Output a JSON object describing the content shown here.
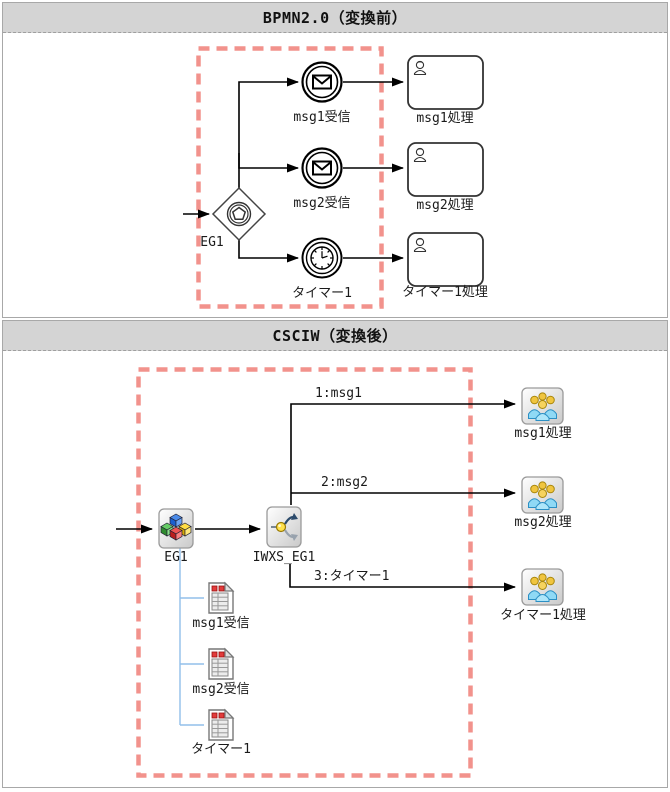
{
  "panel1": {
    "title": "BPMN2.0（変換前）",
    "gateway": {
      "label": "EG1",
      "icon": "event-gateway-icon"
    },
    "events": [
      {
        "label": "msg1受信",
        "type": "message"
      },
      {
        "label": "msg2受信",
        "type": "message"
      },
      {
        "label": "タイマー1",
        "type": "timer"
      }
    ],
    "tasks": [
      {
        "label": "msg1処理"
      },
      {
        "label": "msg2処理"
      },
      {
        "label": "タイマー1処理"
      }
    ]
  },
  "panel2": {
    "title": "CSCIW（変換後）",
    "gateway_node": {
      "label": "EG1",
      "icon": "blocks-icon"
    },
    "switch_node": {
      "label": "IWXS_EG1",
      "icon": "flow-switch-icon"
    },
    "edges": [
      {
        "label": "1:msg1"
      },
      {
        "label": "2:msg2"
      },
      {
        "label": "3:タイマー1"
      }
    ],
    "tasks": [
      {
        "label": "msg1処理"
      },
      {
        "label": "msg2処理"
      },
      {
        "label": "タイマー1処理"
      }
    ],
    "documents": [
      {
        "label": "msg1受信"
      },
      {
        "label": "msg2受信"
      },
      {
        "label": "タイマー1"
      }
    ]
  },
  "colors": {
    "highlight_dash": "#f2928c",
    "tree_line": "#92bfea",
    "header_bg": "#d4d4d4",
    "line": "#000000"
  }
}
